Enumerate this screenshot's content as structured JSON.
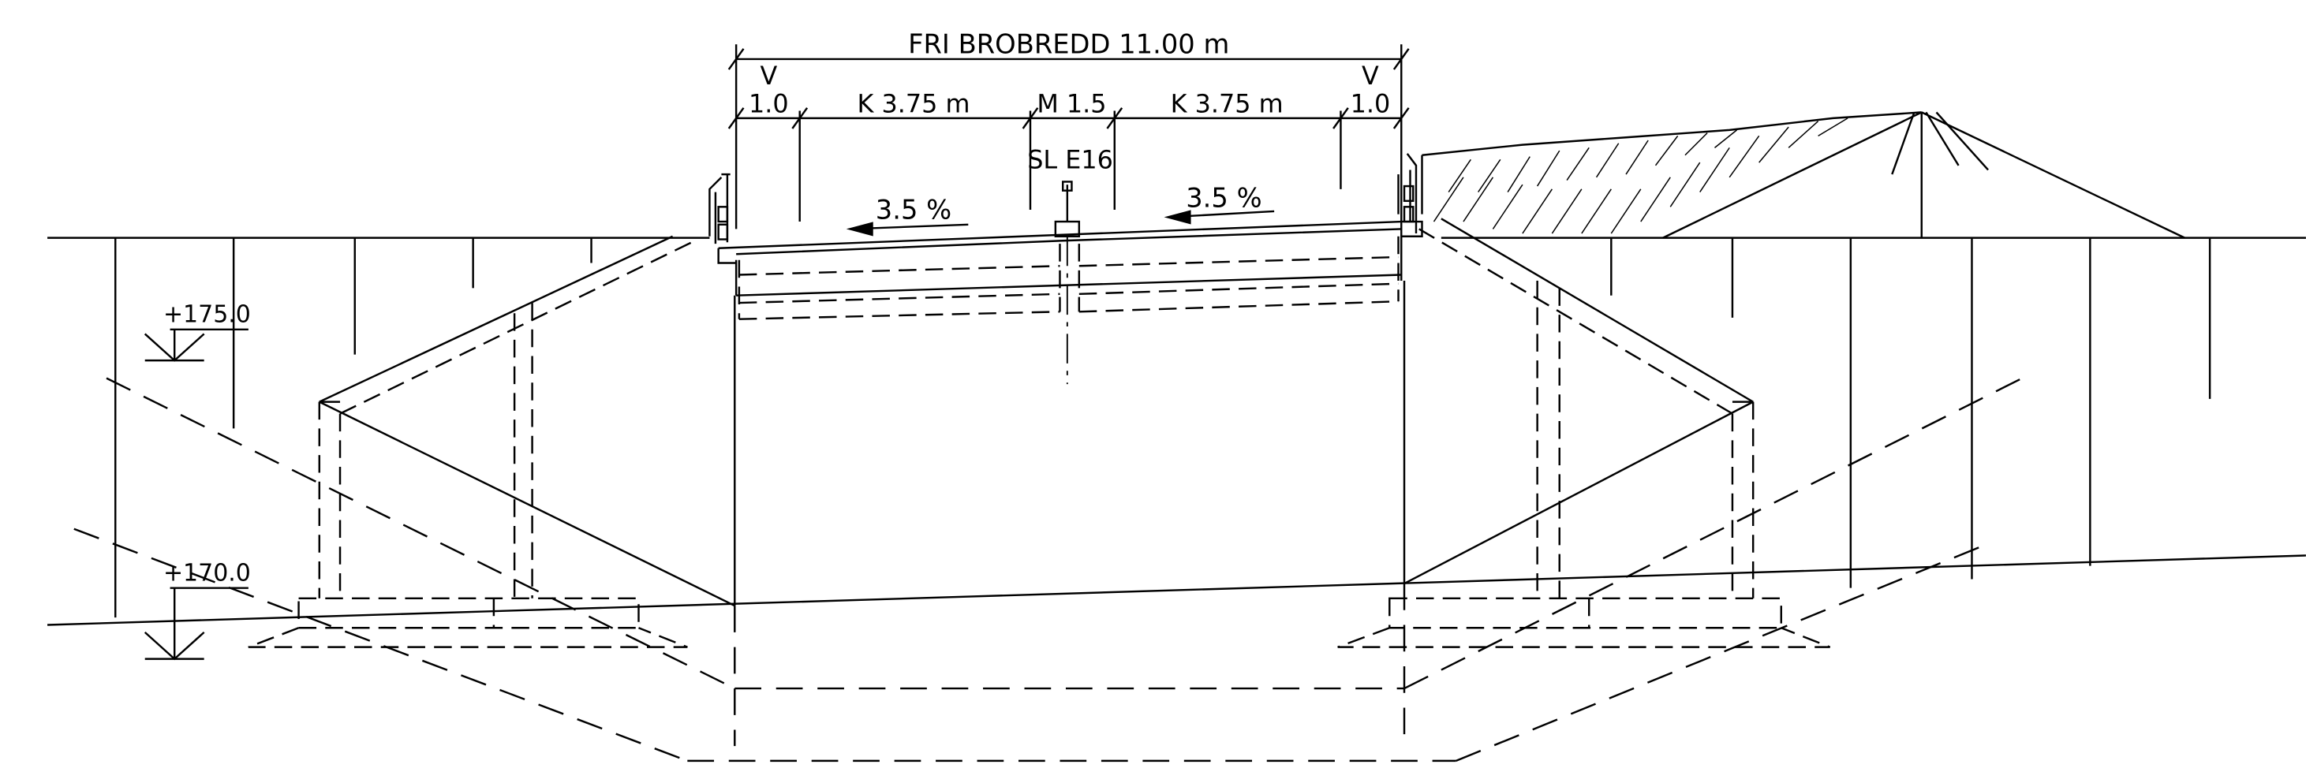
{
  "drawing": {
    "total_width_label": "FRI BROBREDD 11.00 m",
    "segments": [
      {
        "letter": "V",
        "value": "1.0"
      },
      {
        "label": "K 3.75 m"
      },
      {
        "label": "M 1.5"
      },
      {
        "label": "K 3.75 m"
      },
      {
        "letter": "V",
        "value": "1.0"
      }
    ],
    "center_label": "SL E16",
    "slope_left": "3.5 %",
    "slope_right": "3.5 %",
    "elevation_top": "+175.0",
    "elevation_bottom": "+170.0"
  }
}
